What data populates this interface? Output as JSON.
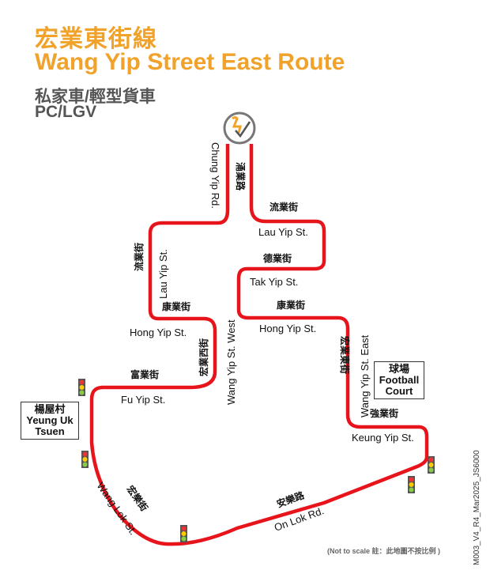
{
  "header": {
    "title_zh": "宏業東街線",
    "title_en": "Wang Yip Street East Route",
    "vehicle_zh": "私家車/輕型貨車",
    "vehicle_en": "PC/LGV"
  },
  "colors": {
    "route": "#e8141b",
    "title": "#f0a22a",
    "subtitle": "#555555"
  },
  "start_icon": "driving-test-start-icon",
  "streets": {
    "chung_yip_en": "Chung Yip Rd.",
    "chung_yip_zh": "涌業路",
    "lau_yip_zh": "流業街",
    "lau_yip_en": "Lau Yip St.",
    "tak_yip_zh": "德業街",
    "tak_yip_en": "Tak Yip St.",
    "hong_yip_zh": "康業街",
    "hong_yip_en": "Hong Yip St.",
    "wang_yip_e_en": "Wang Yip St. East",
    "wang_yip_e_zh": "宏業東街",
    "keung_yip_zh": "強業街",
    "keung_yip_en": "Keung Yip St.",
    "on_lok_zh": "安樂路",
    "on_lok_en": "On Lok Rd.",
    "wang_lok_zh": "宏樂街",
    "wang_lok_en": "Wang Lok St.",
    "fu_yip_zh": "富業街",
    "fu_yip_en": "Fu Yip St.",
    "wang_yip_w_zh": "宏業西街",
    "wang_yip_w_en": "Wang Yip St. West"
  },
  "landmarks": {
    "yeung_uk_zh": "楊屋村",
    "yeung_uk_en1": "Yeung Uk",
    "yeung_uk_en2": "Tsuen",
    "football_zh": "球場",
    "football_en1": "Football",
    "football_en2": "Court"
  },
  "footer": {
    "note": "(Not to scale 註：此地圖不按比例 )",
    "code": "M003_V4_R4_Mar2025_JS6000"
  }
}
